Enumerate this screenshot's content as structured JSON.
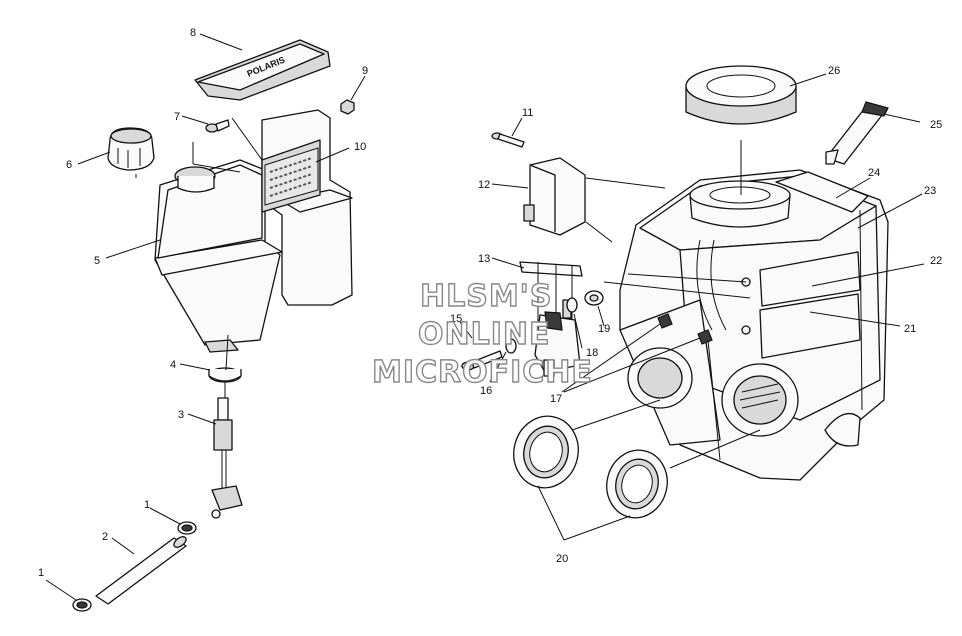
{
  "watermark": {
    "line1": "HLSM'S",
    "line2": "ONLINE",
    "line3": "MICROFICHE"
  },
  "cover_lettering": "POLARIS",
  "callouts": {
    "c1a": "1",
    "c1b": "1",
    "c2": "2",
    "c3": "3",
    "c4": "4",
    "c5": "5",
    "c6": "6",
    "c7": "7",
    "c8": "8",
    "c9": "9",
    "c10": "10",
    "c11": "11",
    "c12": "12",
    "c13": "13",
    "c15": "15",
    "c16": "16",
    "c17": "17",
    "c18": "18",
    "c19": "19",
    "c20": "20",
    "c21": "21",
    "c22": "22",
    "c23": "23",
    "c24": "24",
    "c25": "25",
    "c26": "26"
  }
}
